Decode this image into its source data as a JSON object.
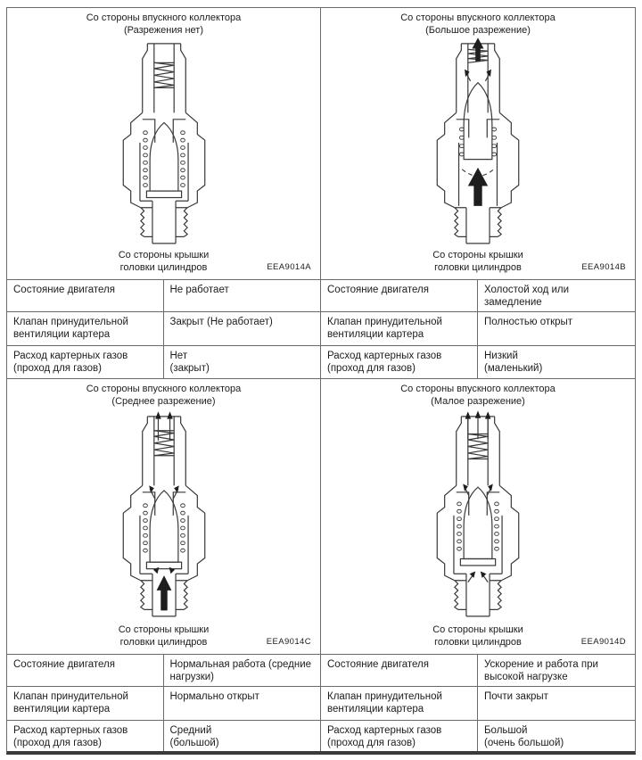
{
  "panels": [
    {
      "top_caption": "Со стороны впускного коллектора\n(Разрежения нет)",
      "bottom_caption": "Со стороны крышки\nголовки цилиндров",
      "figure_code": "EEA9014A",
      "table": {
        "rows": [
          {
            "label": "Состояние двигателя",
            "value": "Не работает"
          },
          {
            "label": "Клапан принудительной\nвентиляции картера",
            "value": "Закрыт (Не работает)"
          },
          {
            "label": "Расход картерных газов\n(проход для газов)",
            "value": "Нет\n(закрыт)"
          }
        ]
      }
    },
    {
      "top_caption": "Со стороны впускного коллектора\n(Большое разрежение)",
      "bottom_caption": "Со стороны крышки\nголовки цилиндров",
      "figure_code": "EEA9014B",
      "table": {
        "rows": [
          {
            "label": "Состояние двигателя",
            "value": "Холостой ход или\nзамедление"
          },
          {
            "label": "Клапан принудительной\nвентиляции картера",
            "value": "Полностью открыт"
          },
          {
            "label": "Расход картерных газов\n(проход для газов)",
            "value": "Низкий\n(маленький)"
          }
        ]
      }
    },
    {
      "top_caption": "Со стороны впускного коллектора\n(Среднее разрежение)",
      "bottom_caption": "Со стороны крышки\nголовки цилиндров",
      "figure_code": "EEA9014C",
      "table": {
        "rows": [
          {
            "label": "Состояние двигателя",
            "value": "Нормальная работа (средние\nнагрузки)"
          },
          {
            "label": "Клапан принудительной\nвентиляции картера",
            "value": "Нормально открыт"
          },
          {
            "label": "Расход картерных газов\n(проход для газов)",
            "value": "Средний\n(большой)"
          }
        ]
      }
    },
    {
      "top_caption": "Со стороны впускного коллектора\n(Малое разрежение)",
      "bottom_caption": "Со стороны крышки\nголовки цилиндров",
      "figure_code": "EEA9014D",
      "table": {
        "rows": [
          {
            "label": "Состояние двигателя",
            "value": "Ускорение и работа при\nвысокой нагрузке"
          },
          {
            "label": "Клапан принудительной\nвентиляции картера",
            "value": "Почти закрыт"
          },
          {
            "label": "Расход картерных газов\n(проход для газов)",
            "value": "Большой\n(очень большой)"
          }
        ]
      }
    }
  ],
  "colors": {
    "line": "#3a3a3a",
    "border": "#6a6a6a",
    "text": "#1c1c1c",
    "background": "#ffffff"
  }
}
